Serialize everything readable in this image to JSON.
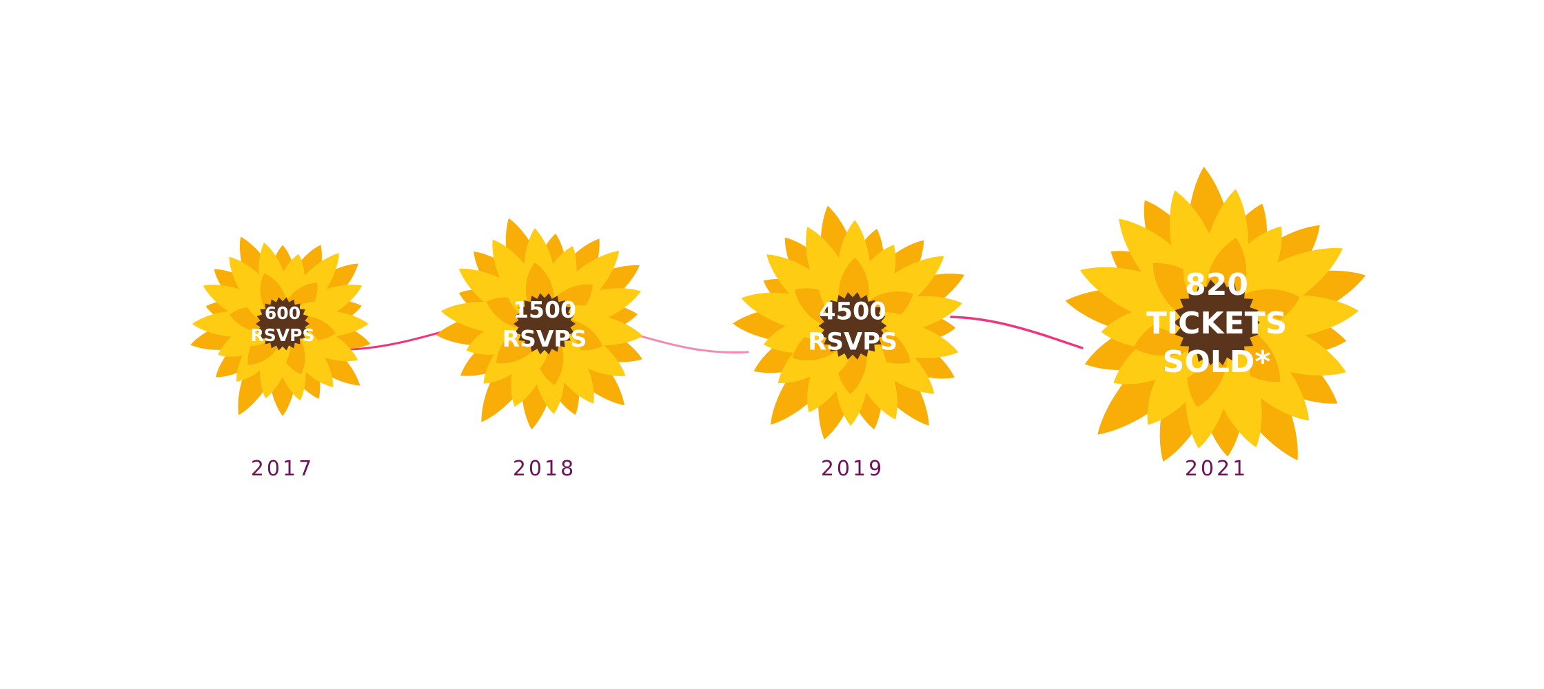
{
  "timeline": {
    "milestones": [
      {
        "year": "2017",
        "lines": [
          "600",
          "RSVPS"
        ]
      },
      {
        "year": "2018",
        "lines": [
          "1500",
          "RSVPS"
        ]
      },
      {
        "year": "2019",
        "lines": [
          "4500",
          "RSVPS"
        ]
      },
      {
        "year": "2021",
        "lines": [
          "820",
          "TICKETS",
          "SOLD*"
        ]
      }
    ],
    "colors": {
      "petal_dark": "#f8ad07",
      "petal_light": "#ffcc14",
      "center": "#5a351b",
      "connector": "#f2337e",
      "connector_light": "#f489b4",
      "year_text": "#6b1457",
      "label_text": "#ffffff"
    }
  }
}
